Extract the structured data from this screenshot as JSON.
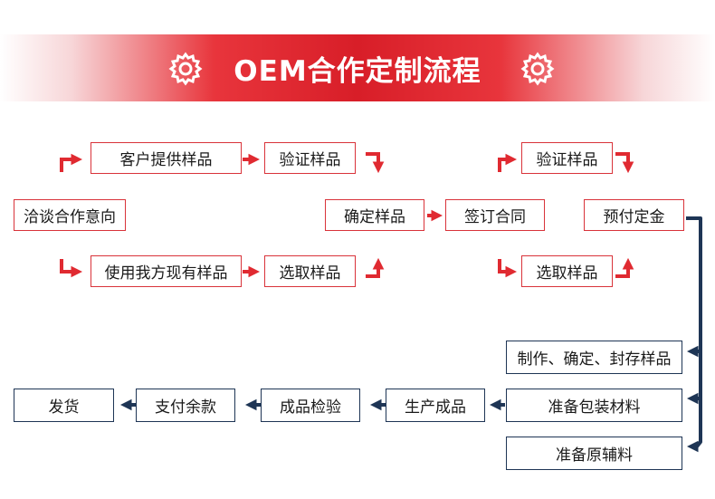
{
  "header": {
    "title": "OEM合作定制流程"
  },
  "colors": {
    "red": "#e02a31",
    "blue": "#1e3555"
  },
  "nodes": {
    "negotiate": "洽谈合作意向",
    "customer_sample": "客户提供样品",
    "verify_sample_1": "验证样品",
    "use_existing": "使用我方现有样品",
    "select_sample_1": "选取样品",
    "confirm_sample": "确定样品",
    "sign_contract": "签订合同",
    "verify_sample_2": "验证样品",
    "select_sample_2": "选取样品",
    "deposit": "预付定金",
    "make_seal": "制作、确定、封存样品",
    "prep_packaging": "准备包装材料",
    "prep_raw": "准备原辅料",
    "production": "生产成品",
    "inspection": "成品检验",
    "balance": "支付余款",
    "ship": "发货"
  }
}
